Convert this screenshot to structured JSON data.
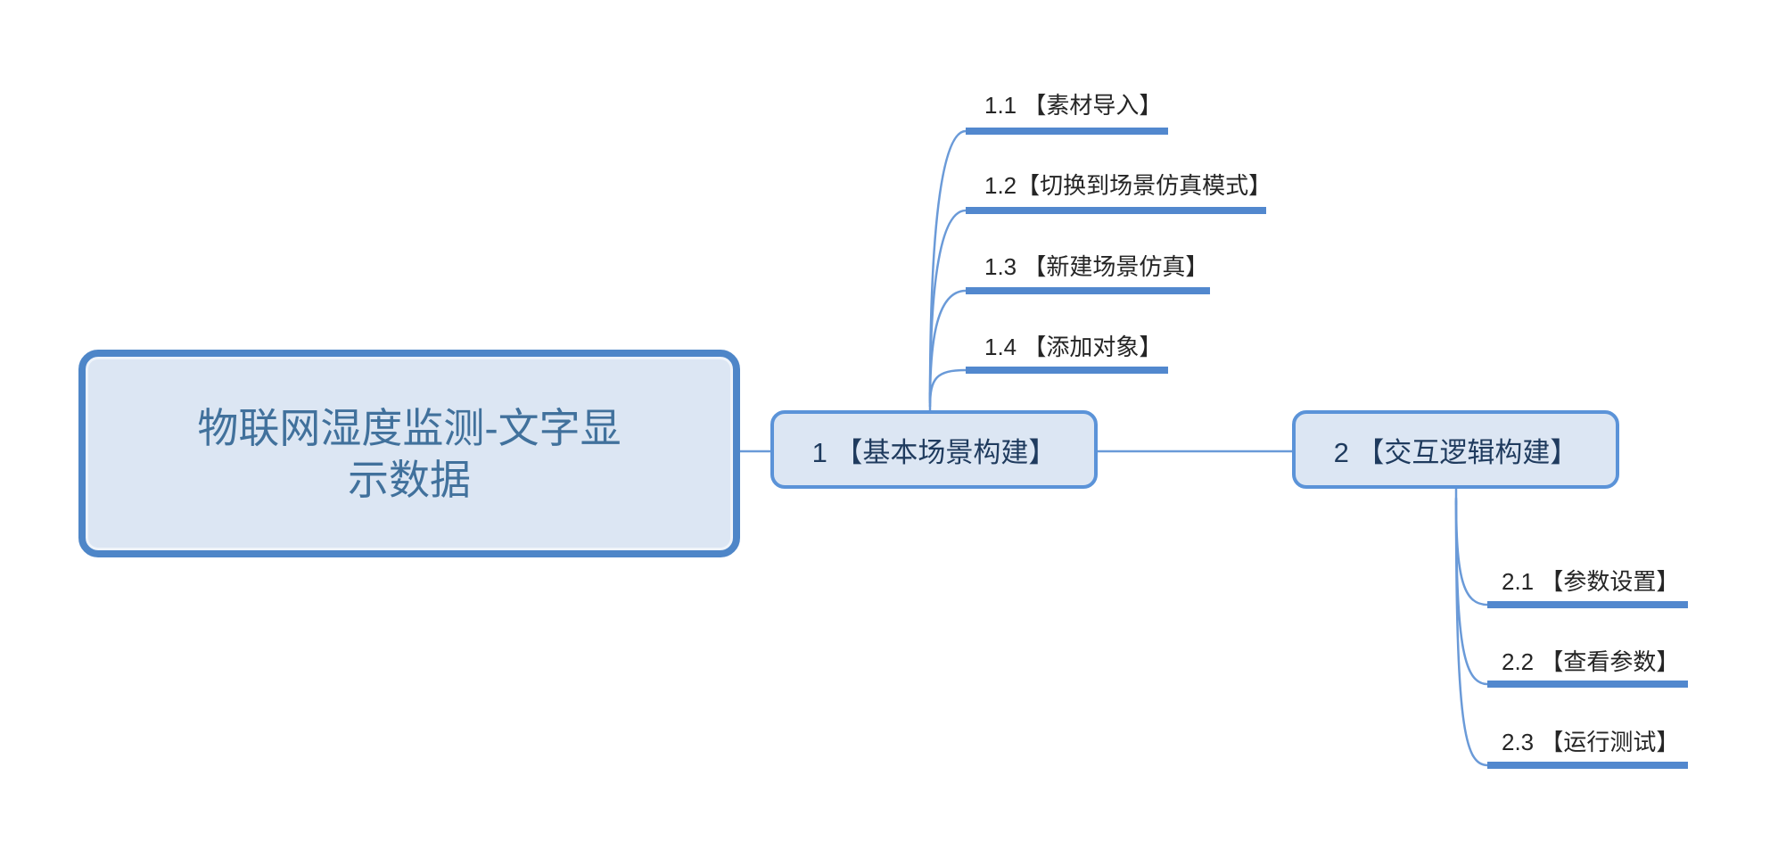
{
  "root": {
    "title": "物联网湿度监测-文字显示数据",
    "title_lines": [
      "物联网湿度监测-文字显",
      "示数据"
    ]
  },
  "branches": [
    {
      "label": "1 【基本场景构建】",
      "children": [
        {
          "label": "1.1 【素材导入】"
        },
        {
          "label": "1.2【切换到场景仿真模式】"
        },
        {
          "label": "1.3 【新建场景仿真】"
        },
        {
          "label": "1.4 【添加对象】"
        }
      ]
    },
    {
      "label": "2 【交互逻辑构建】",
      "children": [
        {
          "label": "2.1 【参数设置】"
        },
        {
          "label": "2.2 【查看参数】"
        },
        {
          "label": "2.3 【运行测试】"
        }
      ]
    }
  ],
  "colors": {
    "connector": "#6a9ad8",
    "underline": "#5288ce",
    "box_fill": "#dce6f3",
    "box_border": "#5b93d8",
    "root_border": "#4e86c8",
    "root_text": "#41719c",
    "node_text": "#1f3b5e",
    "child_text": "#252525"
  }
}
